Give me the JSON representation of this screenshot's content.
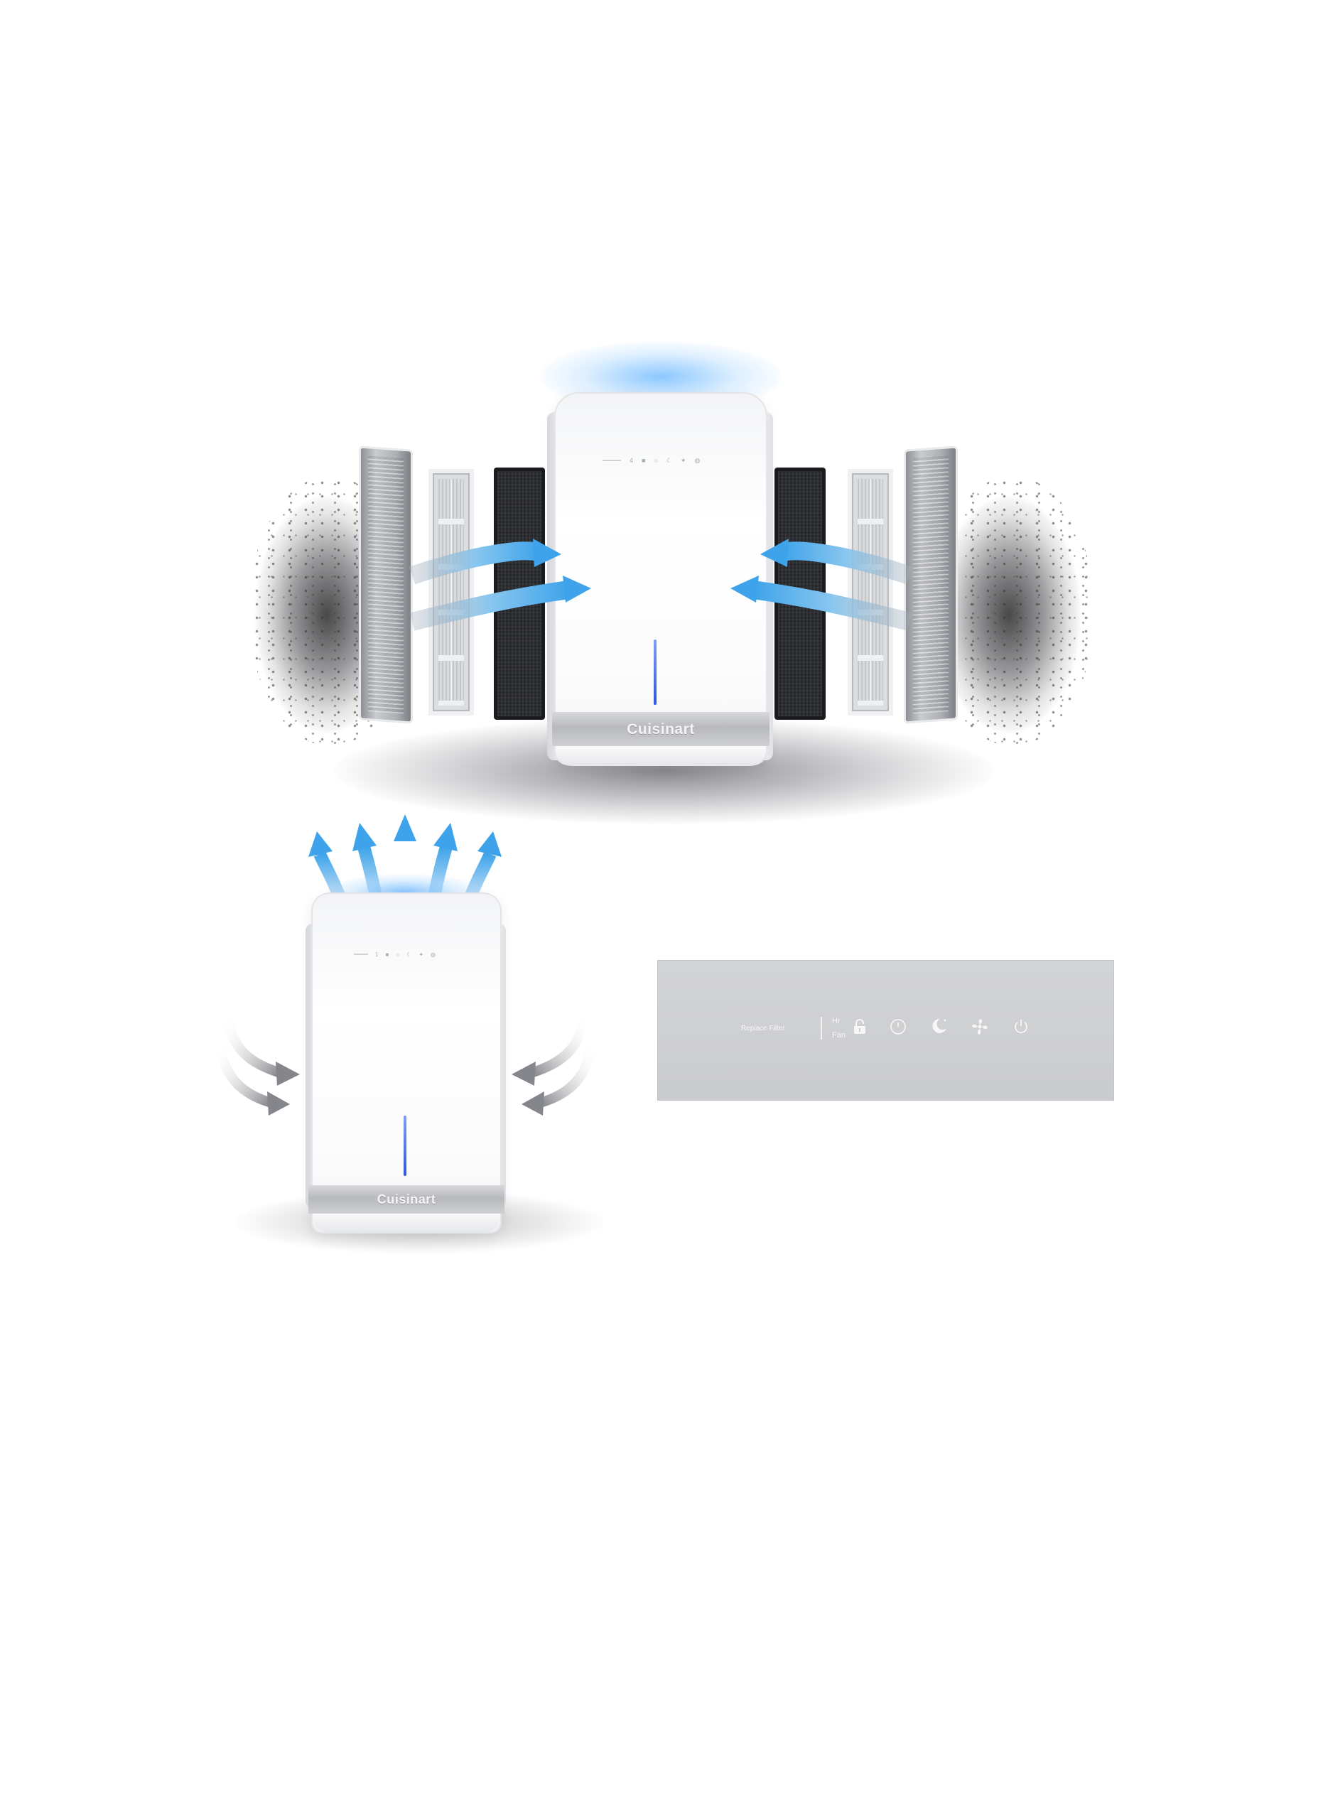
{
  "brand": {
    "logo_text": "Cuisinart"
  },
  "control_panel": {
    "replace_filter_label": "Replace Filter",
    "hr_label": "Hr",
    "fan_label": "Fan",
    "icons": [
      "lock-icon",
      "timer-icon",
      "sleep-moon-icon",
      "fan-icon",
      "power-icon"
    ]
  },
  "colors": {
    "accent_blue": "#4aa8e8",
    "indicator_blue": "#2f57d8",
    "gray_arrow": "#8a8b90",
    "panel_bg": "#cfd0d3"
  }
}
